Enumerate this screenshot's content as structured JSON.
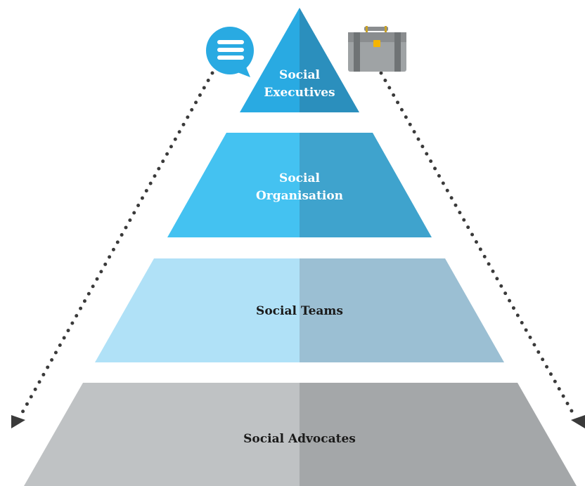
{
  "diagram": {
    "tiers": [
      {
        "lines": [
          "Social",
          "Executives"
        ],
        "text_color": "#ffffff",
        "color_left": "#29aae2",
        "color_right": "#2b8fbd"
      },
      {
        "lines": [
          "Social",
          "Organisation"
        ],
        "text_color": "#ffffff",
        "color_left": "#44c2f1",
        "color_right": "#3fa3cd"
      },
      {
        "lines": [
          "Social Teams"
        ],
        "text_color": "#1a1a1a",
        "color_left": "#b0e1f7",
        "color_right": "#9bbfd3"
      },
      {
        "lines": [
          "Social Advocates"
        ],
        "text_color": "#1a1a1a",
        "color_left": "#bfc2c4",
        "color_right": "#a4a7a9"
      }
    ],
    "icons": {
      "left": "speech-bubble-icon",
      "right": "briefcase-icon"
    },
    "colors": {
      "chat_bubble": "#29aae2",
      "briefcase_body": "#9fa3a5",
      "briefcase_strap": "#6f7375",
      "briefcase_clasp": "#f5b400",
      "arrow": "#3a3a3a"
    }
  }
}
